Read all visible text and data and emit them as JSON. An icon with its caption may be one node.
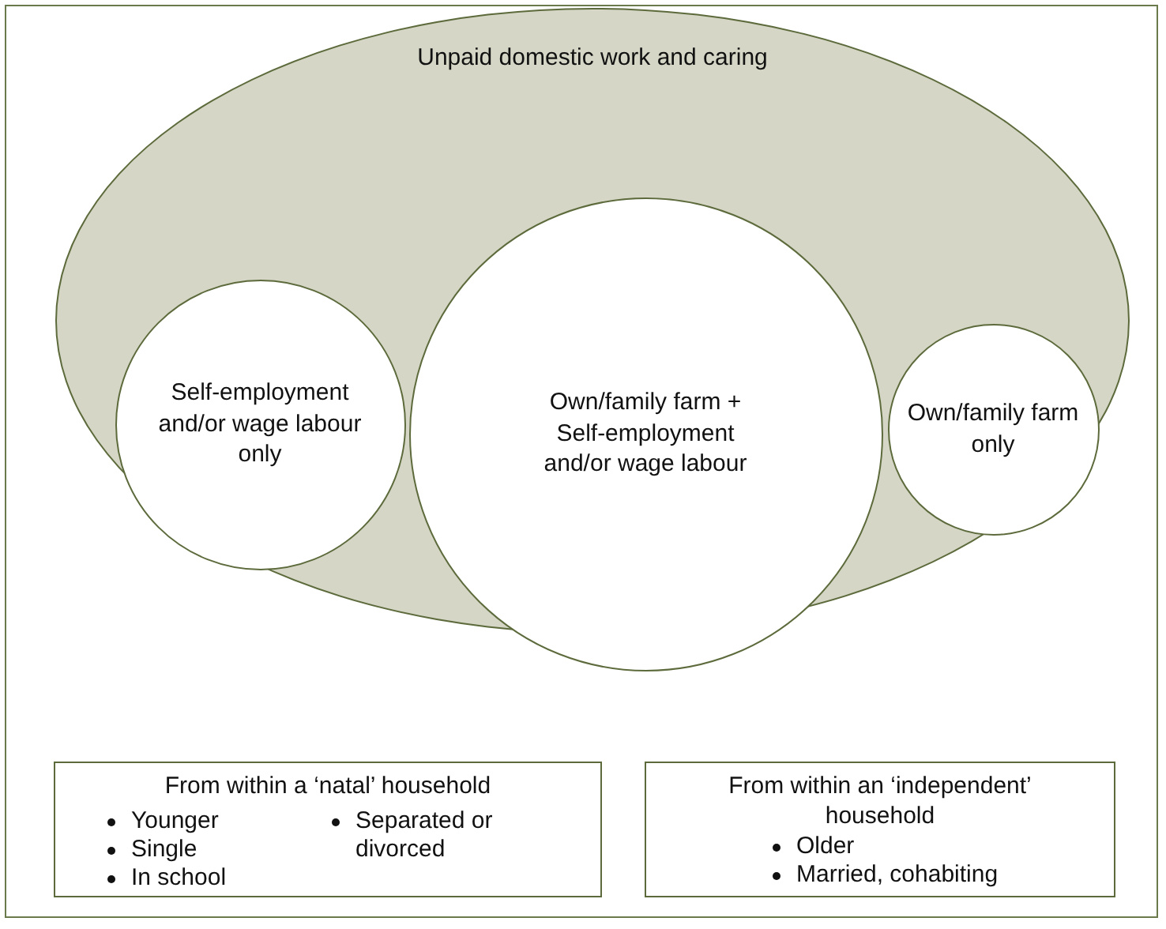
{
  "diagram": {
    "nodes": [
      {
        "text": [
          "Unpaid domestic work and caring"
        ]
      },
      {
        "text": [
          "Self-employment and/or wage labour only"
        ],
        "in": 0
      },
      {
        "text": [
          "Own/family farm + Self-employment and/or wage labour"
        ],
        "in": 0
      },
      {
        "text": [
          "Own/family farm only"
        ],
        "in": 0
      },
      {
        "text": [
          "From within a ‘natal’ household",
          "Younger",
          "Single",
          "In school",
          "Separated or divorced"
        ]
      },
      {
        "text": [
          "From within an ‘independent’ household",
          "Older",
          "Married, cohabiting"
        ]
      }
    ],
    "edges": []
  }
}
